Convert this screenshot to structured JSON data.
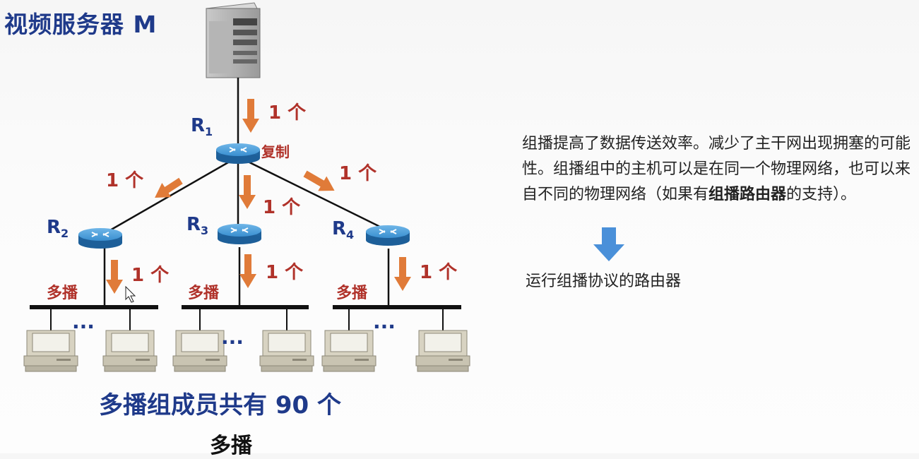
{
  "title": "视频服务器 M",
  "routers": [
    {
      "letter": "R",
      "sub": "1"
    },
    {
      "letter": "R",
      "sub": "2"
    },
    {
      "letter": "R",
      "sub": "3"
    },
    {
      "letter": "R",
      "sub": "4"
    }
  ],
  "copy_label": "复制",
  "packet_label": "1 个",
  "multicast_label": "多播",
  "ellipsis": "···",
  "members_text": "多播组成员共有 90 个",
  "caption": "多播",
  "note": {
    "part1": "组播提高了数据传送效率。减少了主干网出现拥塞的可能性。组播组中的主机可以是在同一个物理网络，也可以来自不同的物理网络（如果有",
    "bold": "组播路由器",
    "part2": "的支持）。"
  },
  "note2": "运行组播协议的路由器",
  "colors": {
    "blue_text": "#1f3a8a",
    "red_text": "#b0322a",
    "orange_arrow": "#e07b39",
    "router": "#2a7fc0",
    "note_arrow": "#4a90d9"
  }
}
